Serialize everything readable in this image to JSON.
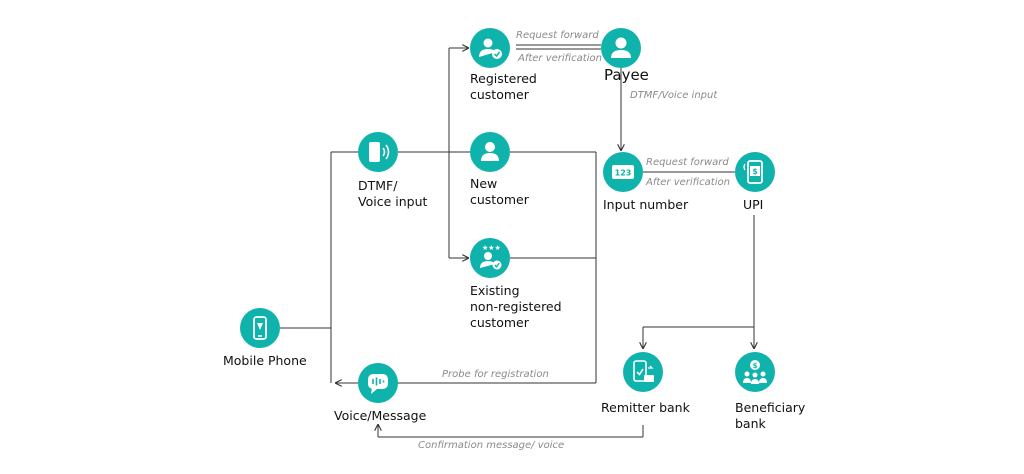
{
  "nodes": {
    "mobile_phone": {
      "label": "Mobile Phone",
      "icon": "mobile-phone-icon"
    },
    "dtmf_voice": {
      "label_line1": "DTMF/",
      "label_line2": "Voice input",
      "icon": "phone-voice-icon"
    },
    "voice_message": {
      "label": "Voice/Message",
      "icon": "voice-message-icon"
    },
    "registered": {
      "label_line1": "Registered",
      "label_line2": "customer",
      "icon": "registered-user-icon"
    },
    "new_customer": {
      "label_line1": "New",
      "label_line2": "customer",
      "icon": "user-icon"
    },
    "existing": {
      "label_line1": "Existing",
      "label_line2": "non-registered",
      "label_line3": "customer",
      "icon": "rated-user-icon"
    },
    "payee": {
      "label": "Payee",
      "icon": "payee-user-icon"
    },
    "input_number": {
      "label": "Input number",
      "icon": "number-pad-icon"
    },
    "upi": {
      "label": "UPI",
      "icon": "upi-mobile-payment-icon"
    },
    "remitter_bank": {
      "label": "Remitter bank",
      "icon": "remitter-bank-icon"
    },
    "beneficiary_bank": {
      "label_line1": "Beneficiary",
      "label_line2": "bank",
      "icon": "beneficiary-bank-icon"
    }
  },
  "edges": {
    "request_forward_top": "Request forward",
    "after_verification_top": "After verification",
    "dtmf_voice_input": "DTMF/Voice input",
    "request_forward_mid": "Request forward",
    "after_verification_mid": "After verification",
    "probe_registration": "Probe for registration",
    "confirmation": "Confirmation message/ voice"
  },
  "colors": {
    "node": "#0fb3ab",
    "line": "#333333",
    "edge_label": "#8a8a8a"
  }
}
